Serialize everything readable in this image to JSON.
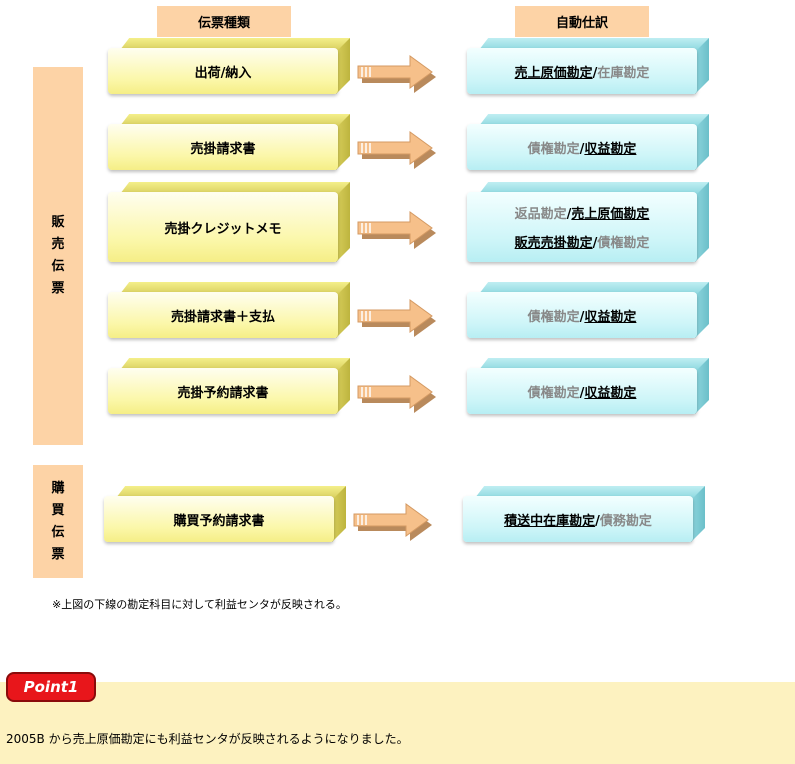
{
  "headers": {
    "voucher_type": "伝票種類",
    "auto_journal": "自動仕訳"
  },
  "side_labels": {
    "sales": [
      "販",
      "売",
      "伝",
      "票"
    ],
    "purchase": [
      "購",
      "買",
      "伝",
      "票"
    ]
  },
  "rows": [
    {
      "voucher": "出荷/納入",
      "lines": [
        [
          {
            "text": "売上原価勘定",
            "underline": true
          },
          {
            "text": "/",
            "sep": true
          },
          {
            "text": "在庫勘定",
            "underline": false
          }
        ]
      ]
    },
    {
      "voucher": "売掛請求書",
      "lines": [
        [
          {
            "text": "債権勘定",
            "underline": false
          },
          {
            "text": "/",
            "sep": true
          },
          {
            "text": "収益勘定",
            "underline": true
          }
        ]
      ]
    },
    {
      "voucher": "売掛クレジットメモ",
      "lines": [
        [
          {
            "text": "返品勘定",
            "underline": false
          },
          {
            "text": "/",
            "sep": true
          },
          {
            "text": "売上原価勘定",
            "underline": true
          }
        ],
        [
          {
            "text": "販売売掛勘定",
            "underline": true
          },
          {
            "text": "/",
            "sep": true
          },
          {
            "text": "債権勘定",
            "underline": false
          }
        ]
      ]
    },
    {
      "voucher": "売掛請求書＋支払",
      "lines": [
        [
          {
            "text": "債権勘定",
            "underline": false
          },
          {
            "text": "/",
            "sep": true
          },
          {
            "text": "収益勘定",
            "underline": true
          }
        ]
      ]
    },
    {
      "voucher": "売掛予約請求書",
      "lines": [
        [
          {
            "text": "債権勘定",
            "underline": false
          },
          {
            "text": "/",
            "sep": true
          },
          {
            "text": "収益勘定",
            "underline": true
          }
        ]
      ]
    },
    {
      "voucher": "購買予約請求書",
      "lines": [
        [
          {
            "text": "積送中在庫勘定",
            "underline": true
          },
          {
            "text": "/",
            "sep": true
          },
          {
            "text": "債務勘定",
            "underline": false
          }
        ]
      ]
    }
  ],
  "note": "※上図の下線の勘定科目に対して利益センタが反映される。",
  "point": {
    "badge": "Point1",
    "text": "2005B から売上原価勘定にも利益センタが反映されるようになりました。"
  },
  "colors": {
    "header_bg": "#fdd3a6",
    "voucher_box": "#fbf7a8",
    "journal_box": "#cdf5f8",
    "arrow": "#f6c08a",
    "point_badge": "#e8161b",
    "point_band": "#fdf2c0",
    "inactive_account": "#888888"
  }
}
